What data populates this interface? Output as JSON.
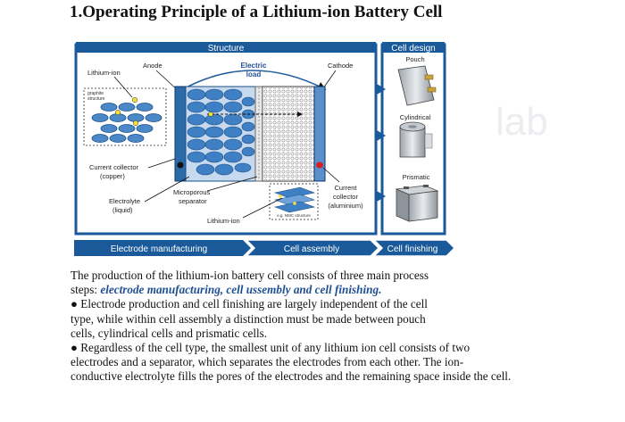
{
  "title": "1.Operating Principle of a Lithium-ion Battery Cell",
  "diagram": {
    "structure_header": "Structure",
    "cell_design_header": "Cell design",
    "labels": {
      "lithium_ion": "Lithium-ion",
      "anode": "Anode",
      "electric_load_1": "Electric",
      "electric_load_2": "load",
      "cathode": "Cathode",
      "graphite_1": "graphite",
      "graphite_2": "structure",
      "current_collector_copper_1": "Current collector",
      "current_collector_copper_2": "(copper)",
      "electrolyte_1": "Electrolyte",
      "electrolyte_2": "(liquid)",
      "separator_1": "Microporous",
      "separator_2": "separator",
      "lithium_ion_bottom": "Lithium-ion",
      "nmc": "e.g. NMC structure",
      "current_collector_al_1": "Current",
      "current_collector_al_2": "collector",
      "current_collector_al_3": "(aluminium)"
    },
    "cell_designs": [
      "Pouch",
      "Cylindrical",
      "Prismatic"
    ],
    "process_steps": [
      "Electrode manufacturing",
      "Cell assembly",
      "Cell finishing"
    ],
    "watermark": "lab",
    "colors": {
      "frame": "#1a5a9a",
      "anode": "#3f7fc4",
      "cathode": "#5a8fcc",
      "arrow": "#1f5d9c"
    }
  },
  "text": {
    "p1_a": "The production of the lithium-ion battery cell consists of three main process",
    "p1_b": "steps: ",
    "p1_highlight": "electrode manufacturing, cell ussembly and cell finishing.",
    "p2_a": "● Electrode production and cell finishing are largely independent of the cell",
    "p2_b": "type, while within cell assembly a distinction must be made between pouch",
    "p2_c": "cells, cylindrical cells and prismatic cells.",
    "p3_a": "● Regardless of the cell type, the smallest unit of any lithium ion cell consists of two",
    "p3_b": "electrodes and a separator, which separates the electrodes from each other. The ion-",
    "p3_c": "conductive electrolyte fills the pores of the electrodes and the remaining space inside the cell."
  }
}
